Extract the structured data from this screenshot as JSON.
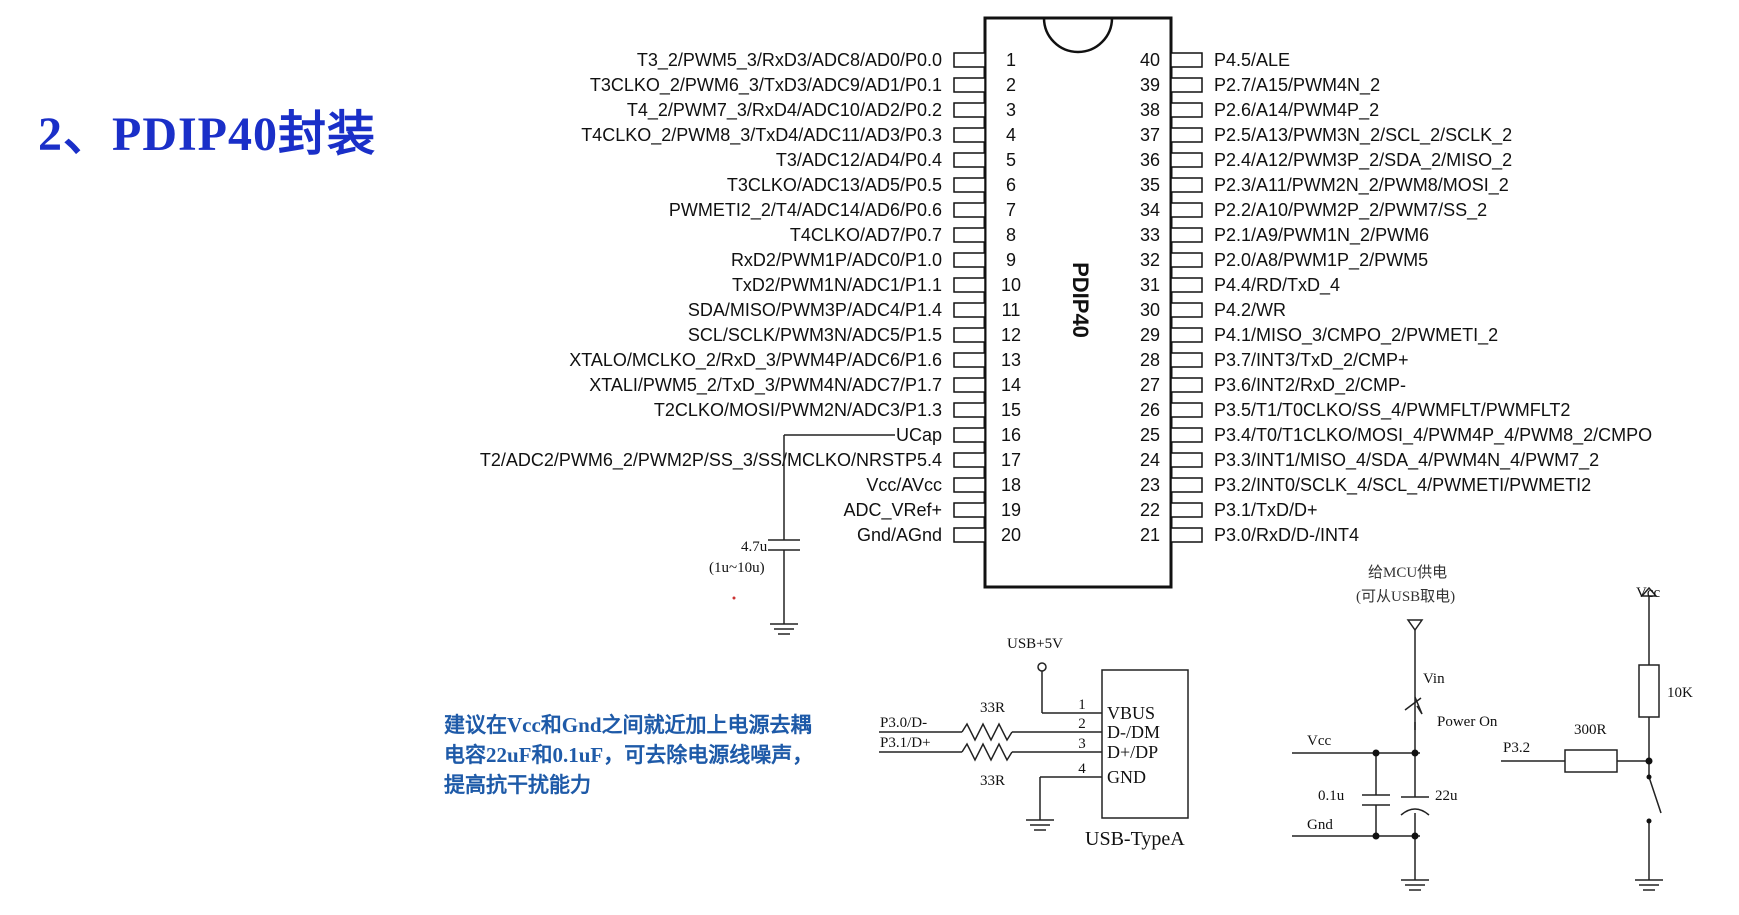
{
  "title": "2、PDIP40封装",
  "chip": {
    "name": "PDIP40",
    "left_pins": [
      {
        "num": "1",
        "label": "T3_2/PWM5_3/RxD3/ADC8/AD0/P0.0"
      },
      {
        "num": "2",
        "label": "T3CLKO_2/PWM6_3/TxD3/ADC9/AD1/P0.1"
      },
      {
        "num": "3",
        "label": "T4_2/PWM7_3/RxD4/ADC10/AD2/P0.2"
      },
      {
        "num": "4",
        "label": "T4CLKO_2/PWM8_3/TxD4/ADC11/AD3/P0.3"
      },
      {
        "num": "5",
        "label": "T3/ADC12/AD4/P0.4"
      },
      {
        "num": "6",
        "label": "T3CLKO/ADC13/AD5/P0.5"
      },
      {
        "num": "7",
        "label": "PWMETI2_2/T4/ADC14/AD6/P0.6"
      },
      {
        "num": "8",
        "label": "T4CLKO/AD7/P0.7"
      },
      {
        "num": "9",
        "label": "RxD2/PWM1P/ADC0/P1.0"
      },
      {
        "num": "10",
        "label": "TxD2/PWM1N/ADC1/P1.1"
      },
      {
        "num": "11",
        "label": "SDA/MISO/PWM3P/ADC4/P1.4"
      },
      {
        "num": "12",
        "label": "SCL/SCLK/PWM3N/ADC5/P1.5"
      },
      {
        "num": "13",
        "label": "XTALO/MCLKO_2/RxD_3/PWM4P/ADC6/P1.6"
      },
      {
        "num": "14",
        "label": "XTALI/PWM5_2/TxD_3/PWM4N/ADC7/P1.7"
      },
      {
        "num": "15",
        "label": "T2CLKO/MOSI/PWM2N/ADC3/P1.3"
      },
      {
        "num": "16",
        "label": "UCap"
      },
      {
        "num": "17",
        "label": "T2/ADC2/PWM6_2/PWM2P/SS_3/SS/MCLKO/NRSTP5.4"
      },
      {
        "num": "18",
        "label": "Vcc/AVcc"
      },
      {
        "num": "19",
        "label": "ADC_VRef+"
      },
      {
        "num": "20",
        "label": "Gnd/AGnd"
      }
    ],
    "right_pins": [
      {
        "num": "40",
        "label": "P4.5/ALE"
      },
      {
        "num": "39",
        "label": "P2.7/A15/PWM4N_2"
      },
      {
        "num": "38",
        "label": "P2.6/A14/PWM4P_2"
      },
      {
        "num": "37",
        "label": "P2.5/A13/PWM3N_2/SCL_2/SCLK_2"
      },
      {
        "num": "36",
        "label": "P2.4/A12/PWM3P_2/SDA_2/MISO_2"
      },
      {
        "num": "35",
        "label": "P2.3/A11/PWM2N_2/PWM8/MOSI_2"
      },
      {
        "num": "34",
        "label": "P2.2/A10/PWM2P_2/PWM7/SS_2"
      },
      {
        "num": "33",
        "label": "P2.1/A9/PWM1N_2/PWM6"
      },
      {
        "num": "32",
        "label": "P2.0/A8/PWM1P_2/PWM5"
      },
      {
        "num": "31",
        "label": "P4.4/RD/TxD_4"
      },
      {
        "num": "30",
        "label": "P4.2/WR"
      },
      {
        "num": "29",
        "label": "P4.1/MISO_3/CMPO_2/PWMETI_2"
      },
      {
        "num": "28",
        "label": "P3.7/INT3/TxD_2/CMP+"
      },
      {
        "num": "27",
        "label": "P3.6/INT2/RxD_2/CMP-"
      },
      {
        "num": "26",
        "label": "P3.5/T1/T0CLKO/SS_4/PWMFLT/PWMFLT2"
      },
      {
        "num": "25",
        "label": "P3.4/T0/T1CLKO/MOSI_4/PWM4P_4/PWM8_2/CMPO"
      },
      {
        "num": "24",
        "label": "P3.3/INT1/MISO_4/SDA_4/PWM4N_4/PWM7_2"
      },
      {
        "num": "23",
        "label": "P3.2/INT0/SCLK_4/SCL_4/PWMETI/PWMETI2"
      },
      {
        "num": "22",
        "label": "P3.1/TxD/D+"
      },
      {
        "num": "21",
        "label": "P3.0/RxD/D-/INT4"
      }
    ]
  },
  "ucap": {
    "value": "4.7u",
    "range": "(1u~10u)"
  },
  "note": [
    "建议在Vcc和Gnd之间就近加上电源去耦",
    "电容22uF和0.1uF，可去除电源线噪声，",
    "提高抗干扰能力"
  ],
  "usb": {
    "supply": "USB+5V",
    "name": "USB-TypeA",
    "pins": [
      {
        "num": "1",
        "label": "VBUS"
      },
      {
        "num": "2",
        "label": "D-/DM"
      },
      {
        "num": "3",
        "label": "D+/DP"
      },
      {
        "num": "4",
        "label": "GND"
      }
    ],
    "sig_dm": "P3.0/D-",
    "sig_dp": "P3.1/D+",
    "r_top": "33R",
    "r_bottom": "33R"
  },
  "power": {
    "line1": "给MCU供电",
    "line2": "(可从USB取电)",
    "vin": "Vin",
    "switch": "Power On",
    "vcc": "Vcc",
    "gnd": "Gnd",
    "c1": "0.1u",
    "c2": "22u"
  },
  "reset": {
    "vcc": "Vcc",
    "r_pull": "10K",
    "r_series": "300R",
    "port": "P3.2"
  }
}
